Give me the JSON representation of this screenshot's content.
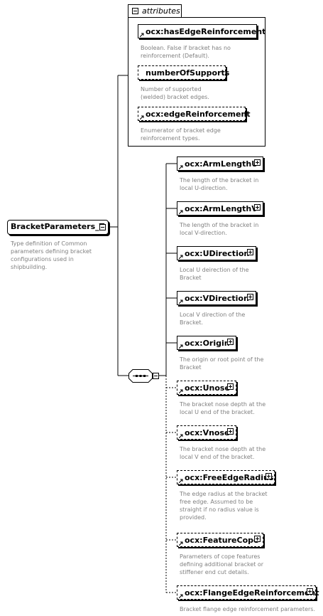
{
  "root": {
    "name": "BracketParameters_T",
    "description": "Type definition of Common parameters defining bracket configurations used in shipbuilding."
  },
  "attributes": {
    "title": "attributes",
    "items": [
      {
        "name": "ocx:hasEdgeReinforcement",
        "description": "Boolean. False if bracket has no reinforcement (Default)."
      },
      {
        "name": "numberOfSupports",
        "description": "Number of supported (welded) bracket edges."
      },
      {
        "name": "ocx:edgeReinforcement",
        "description": "Enumerator of bracket edge reinforcement types."
      }
    ]
  },
  "elements": [
    {
      "name": "ocx:ArmLengthU",
      "description": "The length of the bracket in local U-direction."
    },
    {
      "name": "ocx:ArmLengthV",
      "description": "The length of the bracket in local V-direction."
    },
    {
      "name": "ocx:UDirection",
      "description": "Local U deirection of the Bracket"
    },
    {
      "name": "ocx:VDirection",
      "description": "Local V direction of the Bracket."
    },
    {
      "name": "ocx:Origin",
      "description": "The origin or root point of the Bracket"
    },
    {
      "name": "ocx:Unose",
      "description": "The bracket nose depth at the local U end of the bracket."
    },
    {
      "name": "ocx:Vnose",
      "description": "The bracket nose depth at the local V end of the bracket."
    },
    {
      "name": "ocx:FreeEdgeRadius",
      "description": "The edge radius at the bracket free edge. Assumed to be straight if no radius value is provided."
    },
    {
      "name": "ocx:FeatureCope",
      "description": "Parameters of cope features defining additional bracket or stiffener end cut details."
    },
    {
      "name": "ocx:FlangeEdgeReinforcement",
      "description": "Bracket flange edge reinforcement parameters."
    }
  ]
}
